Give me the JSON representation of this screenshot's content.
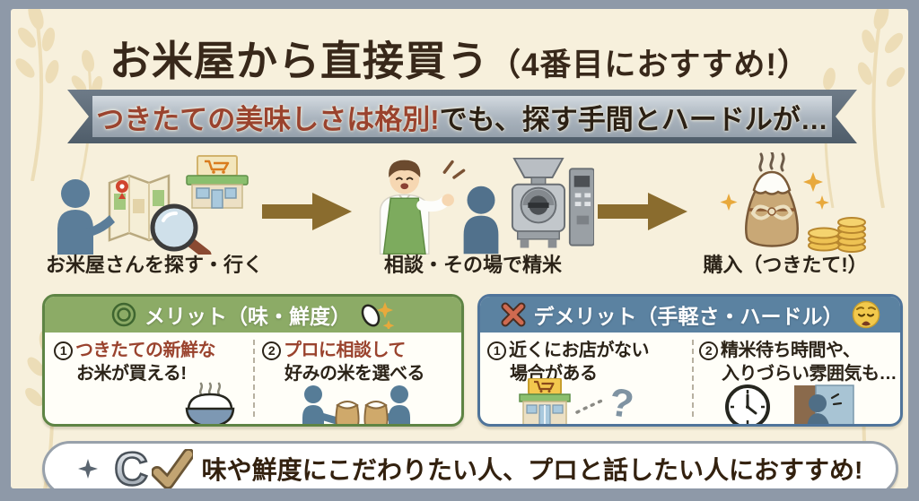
{
  "title": {
    "main": "お米屋から直接買う",
    "note": "（4番目におすすめ!）"
  },
  "banner": {
    "highlight": "つきたての美味しさは格別!",
    "rest": "でも、探す手間とハードルが…"
  },
  "flow": {
    "steps": [
      {
        "label": "お米屋さんを探す・行く"
      },
      {
        "label": "相談・その場で精米"
      },
      {
        "label": "購入（つきたて!）"
      }
    ]
  },
  "merit": {
    "title": "メリット（味・鮮度）",
    "items": [
      {
        "num": "1",
        "line1": "つきたての新鮮な",
        "line2": "お米が買える!"
      },
      {
        "num": "2",
        "line1": "プロに相談して",
        "line2": "好みの米を選べる"
      }
    ]
  },
  "demerit": {
    "title": "デメリット（手軽さ・ハードル）",
    "items": [
      {
        "num": "1",
        "line1": "近くにお店がない",
        "line2": "場合がある"
      },
      {
        "num": "2",
        "line1": "精米待ち時間や、",
        "line2": "入りづらい雰囲気も…"
      }
    ]
  },
  "footer": {
    "letter": "C",
    "text": "味や鮮度にこだわりたい人、プロと話したい人におすすめ!"
  },
  "colors": {
    "frame": "#8e99a8",
    "background": "#f7f0dc",
    "merit_green": "#8cab66",
    "demerit_blue": "#5b82a1",
    "highlight_red": "#9a432e",
    "arrow_gold": "#8a6c2e",
    "text_dark": "#2b2318"
  }
}
